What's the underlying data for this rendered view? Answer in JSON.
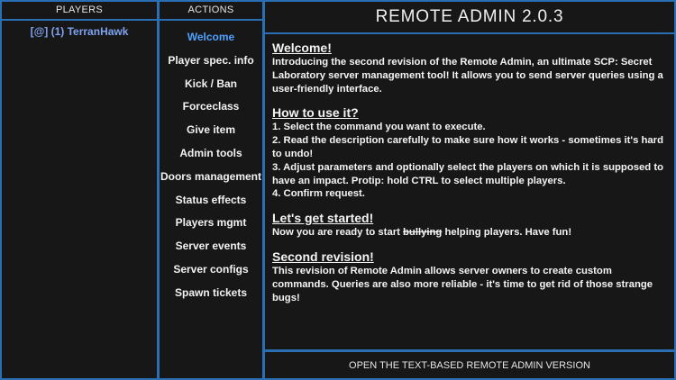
{
  "players_panel": {
    "header": "PLAYERS",
    "players": [
      "[@] (1) TerranHawk"
    ]
  },
  "actions_panel": {
    "header": "ACTIONS",
    "items": [
      "Welcome",
      "Player spec. info",
      "Kick / Ban",
      "Forceclass",
      "Give item",
      "Admin tools",
      "Doors management",
      "Status effects",
      "Players mgmt",
      "Server events",
      "Server configs",
      "Spawn tickets"
    ],
    "active_index": 0
  },
  "main": {
    "title": "REMOTE ADMIN 2.0.3",
    "sections": {
      "welcome": {
        "heading": "Welcome!",
        "text": "Introducing the second revision of the Remote Admin, an ultimate SCP: Secret Laboratory server management tool! It allows you to send server queries using a user-friendly interface."
      },
      "how_to": {
        "heading": "How to use it?",
        "steps": [
          "1. Select the command you want to execute.",
          "2. Read the description carefully to make sure how it works - sometimes it's hard to undo!",
          "3. Adjust parameters and optionally select the players on which it is supposed to have an impact. Protip: hold CTRL to select multiple players.",
          "4. Confirm request."
        ]
      },
      "get_started": {
        "heading": "Let's get started!",
        "text_before": "Now you are ready to start ",
        "struck_word": "bullying",
        "text_after": " helping players. Have fun!"
      },
      "second_revision": {
        "heading": "Second revision!",
        "text": "This revision of Remote Admin allows server owners to create custom commands. Queries are also more reliable - it's time to get rid of those strange bugs!"
      }
    }
  },
  "footer": {
    "label": "OPEN THE TEXT-BASED REMOTE ADMIN VERSION"
  },
  "colors": {
    "border": "#2a6fb3",
    "active_action": "#4ea1ff",
    "player_name": "#7da3f0",
    "panel_bg": "#171717"
  }
}
